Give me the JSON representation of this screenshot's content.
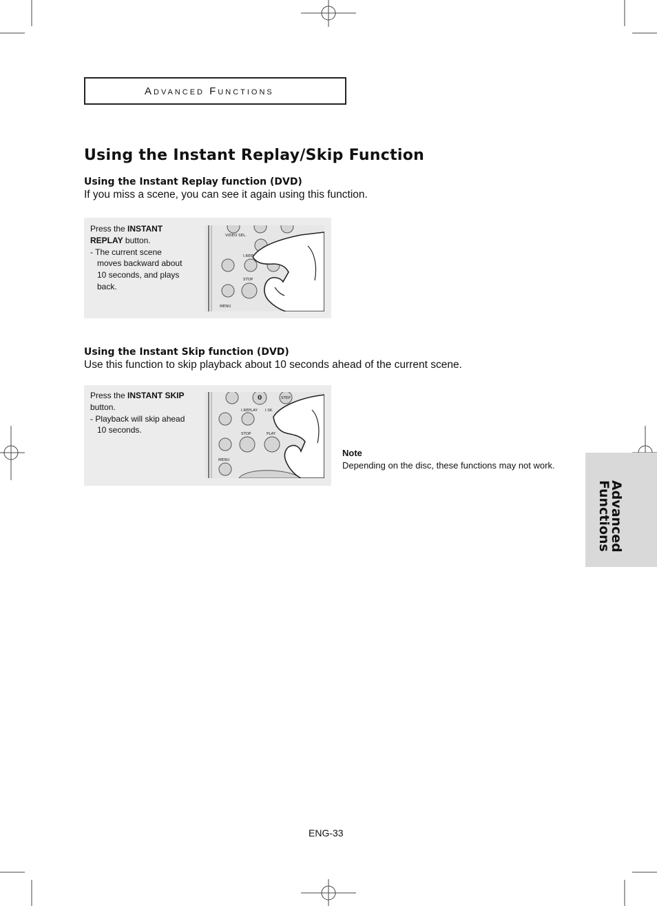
{
  "header": {
    "section_label": "Advanced Functions"
  },
  "page_title": "Using the Instant Replay/Skip Function",
  "replay": {
    "subtitle": "Using the Instant Replay function (DVD)",
    "description": "If you miss a scene, you can see it again using this function.",
    "step_prefix": "Press the ",
    "step_button": "INSTANT REPLAY",
    "step_suffix": " button.",
    "bullet": "- The current scene moves backward about 10 seconds, and plays back.",
    "remote_labels": [
      "VIDEO SEL.",
      "I.REPL",
      "STOP",
      "MENU"
    ]
  },
  "skip": {
    "subtitle": "Using the Instant Skip function (DVD)",
    "description": "Use this function to skip playback about 10 seconds ahead of the current scene.",
    "step_prefix": "Press the ",
    "step_button": "INSTANT SKIP",
    "step_suffix": " button.",
    "bullet": "- Playback will skip ahead 10 seconds.",
    "remote_labels": [
      "0",
      "STEP",
      "I.REPLAY",
      "I.SK",
      "STOP",
      "PLAY",
      "MENU"
    ]
  },
  "note": {
    "title": "Note",
    "body": "Depending on the disc, these functions may not work."
  },
  "side_tab": {
    "line1": "Advanced",
    "line2": "Functions"
  },
  "page_number": "ENG-33"
}
